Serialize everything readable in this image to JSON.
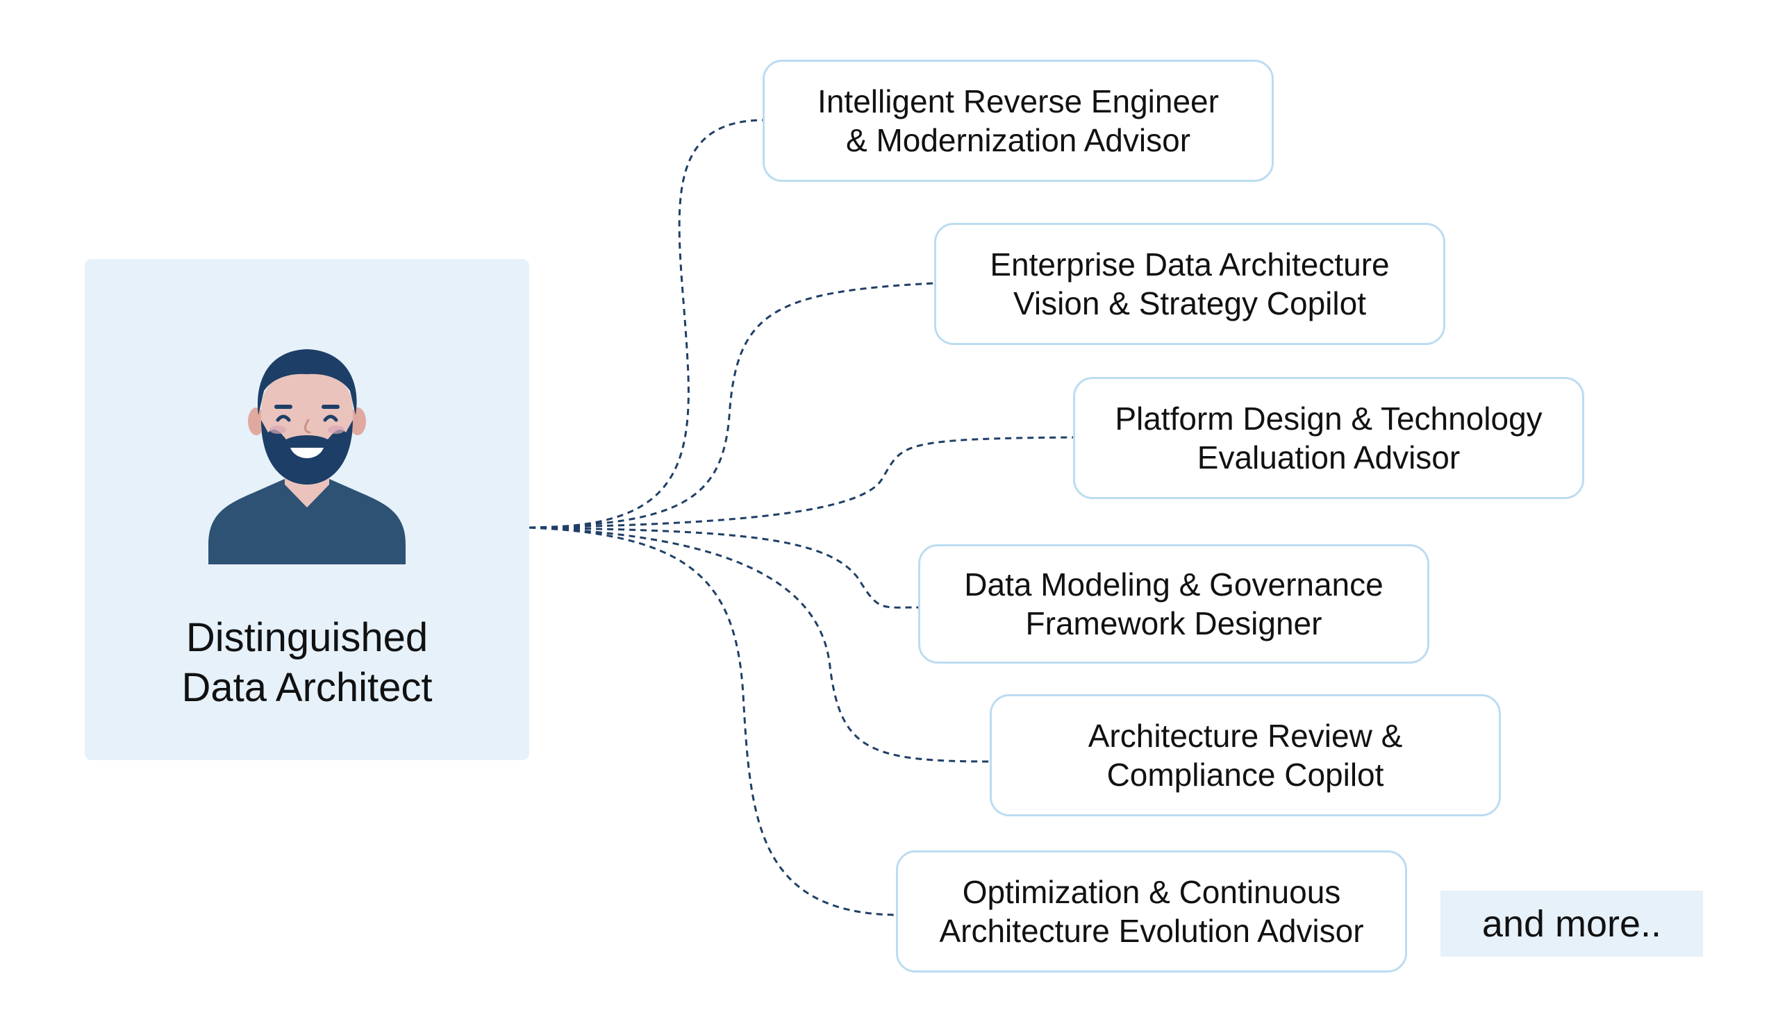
{
  "persona": {
    "title_line1": "Distinguished",
    "title_line2": "Data Architect",
    "avatar_icon": "bearded-man-avatar-icon"
  },
  "capabilities": [
    {
      "line1": "Intelligent Reverse Engineer",
      "line2": "& Modernization Advisor"
    },
    {
      "line1": "Enterprise Data Architecture",
      "line2": "Vision & Strategy Copilot"
    },
    {
      "line1": "Platform Design & Technology",
      "line2": "Evaluation Advisor"
    },
    {
      "line1": "Data Modeling & Governance",
      "line2": "Framework Designer"
    },
    {
      "line1": "Architecture Review &",
      "line2": "Compliance Copilot"
    },
    {
      "line1": "Optimization & Continuous",
      "line2": "Architecture Evolution Advisor"
    }
  ],
  "more_label": "and more..",
  "colors": {
    "card_background": "#e6f1fa",
    "box_border": "#bcdcf1",
    "connector": "#1f3f66",
    "hair": "#1d3e66",
    "skin": "#eac3bc",
    "shirt": "#2e5274"
  }
}
